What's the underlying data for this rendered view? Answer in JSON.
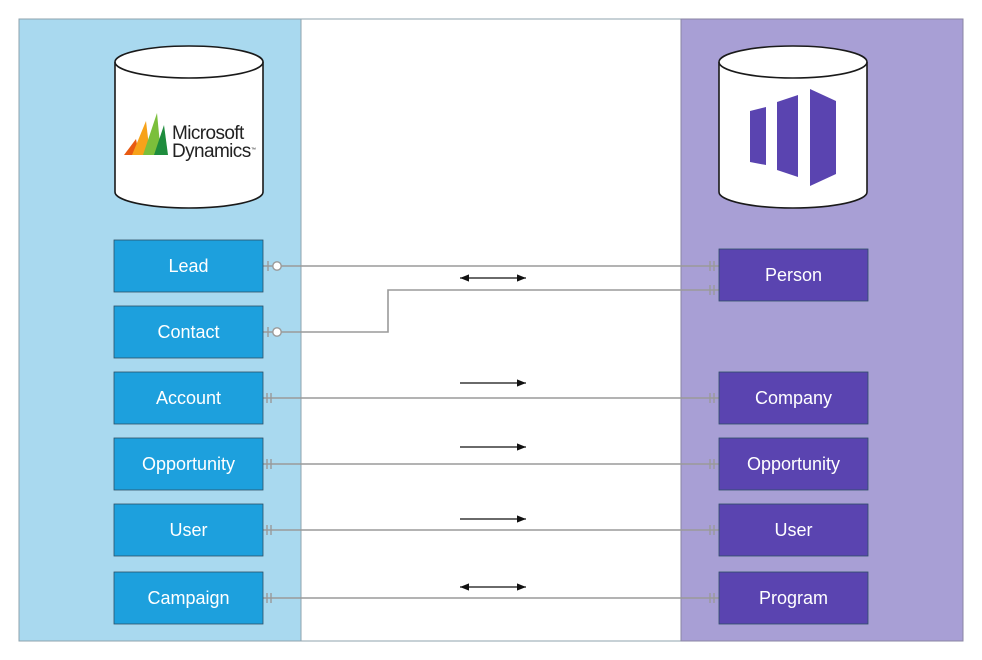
{
  "colors": {
    "left_panel": "#a9d9ef",
    "right_panel": "#a89fd5",
    "left_box": "#1da0dd",
    "right_box": "#5a44b0",
    "connector": "#9a9a9a",
    "arrow": "#111111",
    "dynamics_logo": [
      "#e85a12",
      "#f7a21a",
      "#7bbf3b",
      "#1e8c3d"
    ],
    "marketo_logo": "#5a44b0"
  },
  "left_system": {
    "logo_text_line1": "Microsoft",
    "logo_text_line2": "Dynamics",
    "logo_mark": "™",
    "icon": "microsoft-dynamics-logo",
    "entities": [
      "Lead",
      "Contact",
      "Account",
      "Opportunity",
      "User",
      "Campaign"
    ]
  },
  "right_system": {
    "icon": "marketo-logo",
    "entities": [
      "Person",
      "Company",
      "Opportunity",
      "User",
      "Program"
    ]
  },
  "mappings": [
    {
      "from": "Lead",
      "to": "Person",
      "direction": "bidirectional",
      "from_end": "zero-or-one",
      "to_end": "exactly-one"
    },
    {
      "from": "Contact",
      "to": "Person",
      "direction": "bidirectional",
      "from_end": "zero-or-one",
      "to_end": "exactly-one"
    },
    {
      "from": "Account",
      "to": "Company",
      "direction": "left-to-right",
      "from_end": "exactly-one",
      "to_end": "exactly-one"
    },
    {
      "from": "Opportunity",
      "to": "Opportunity",
      "direction": "left-to-right",
      "from_end": "exactly-one",
      "to_end": "exactly-one"
    },
    {
      "from": "User",
      "to": "User",
      "direction": "left-to-right",
      "from_end": "exactly-one",
      "to_end": "exactly-one"
    },
    {
      "from": "Campaign",
      "to": "Program",
      "direction": "bidirectional",
      "from_end": "exactly-one",
      "to_end": "exactly-one"
    }
  ]
}
